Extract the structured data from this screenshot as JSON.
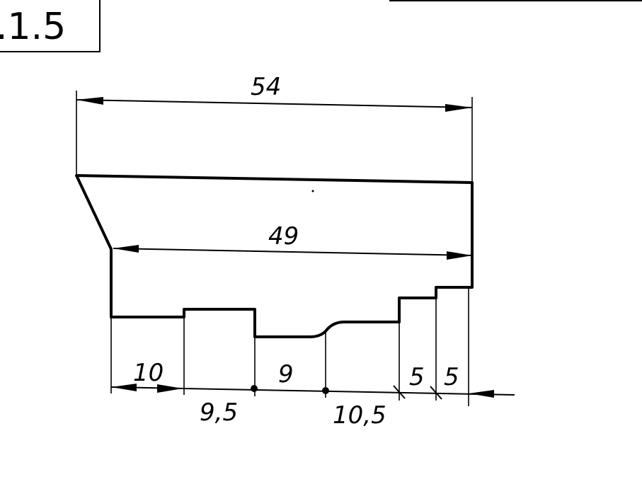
{
  "figure_label": ".1.5",
  "dimensions": {
    "overall_width": "54",
    "inner_width": "49",
    "seg_10": "10",
    "seg_9_5": "9,5",
    "seg_9": "9",
    "seg_10_5": "10,5",
    "seg_5a": "5",
    "seg_5b": "5"
  }
}
